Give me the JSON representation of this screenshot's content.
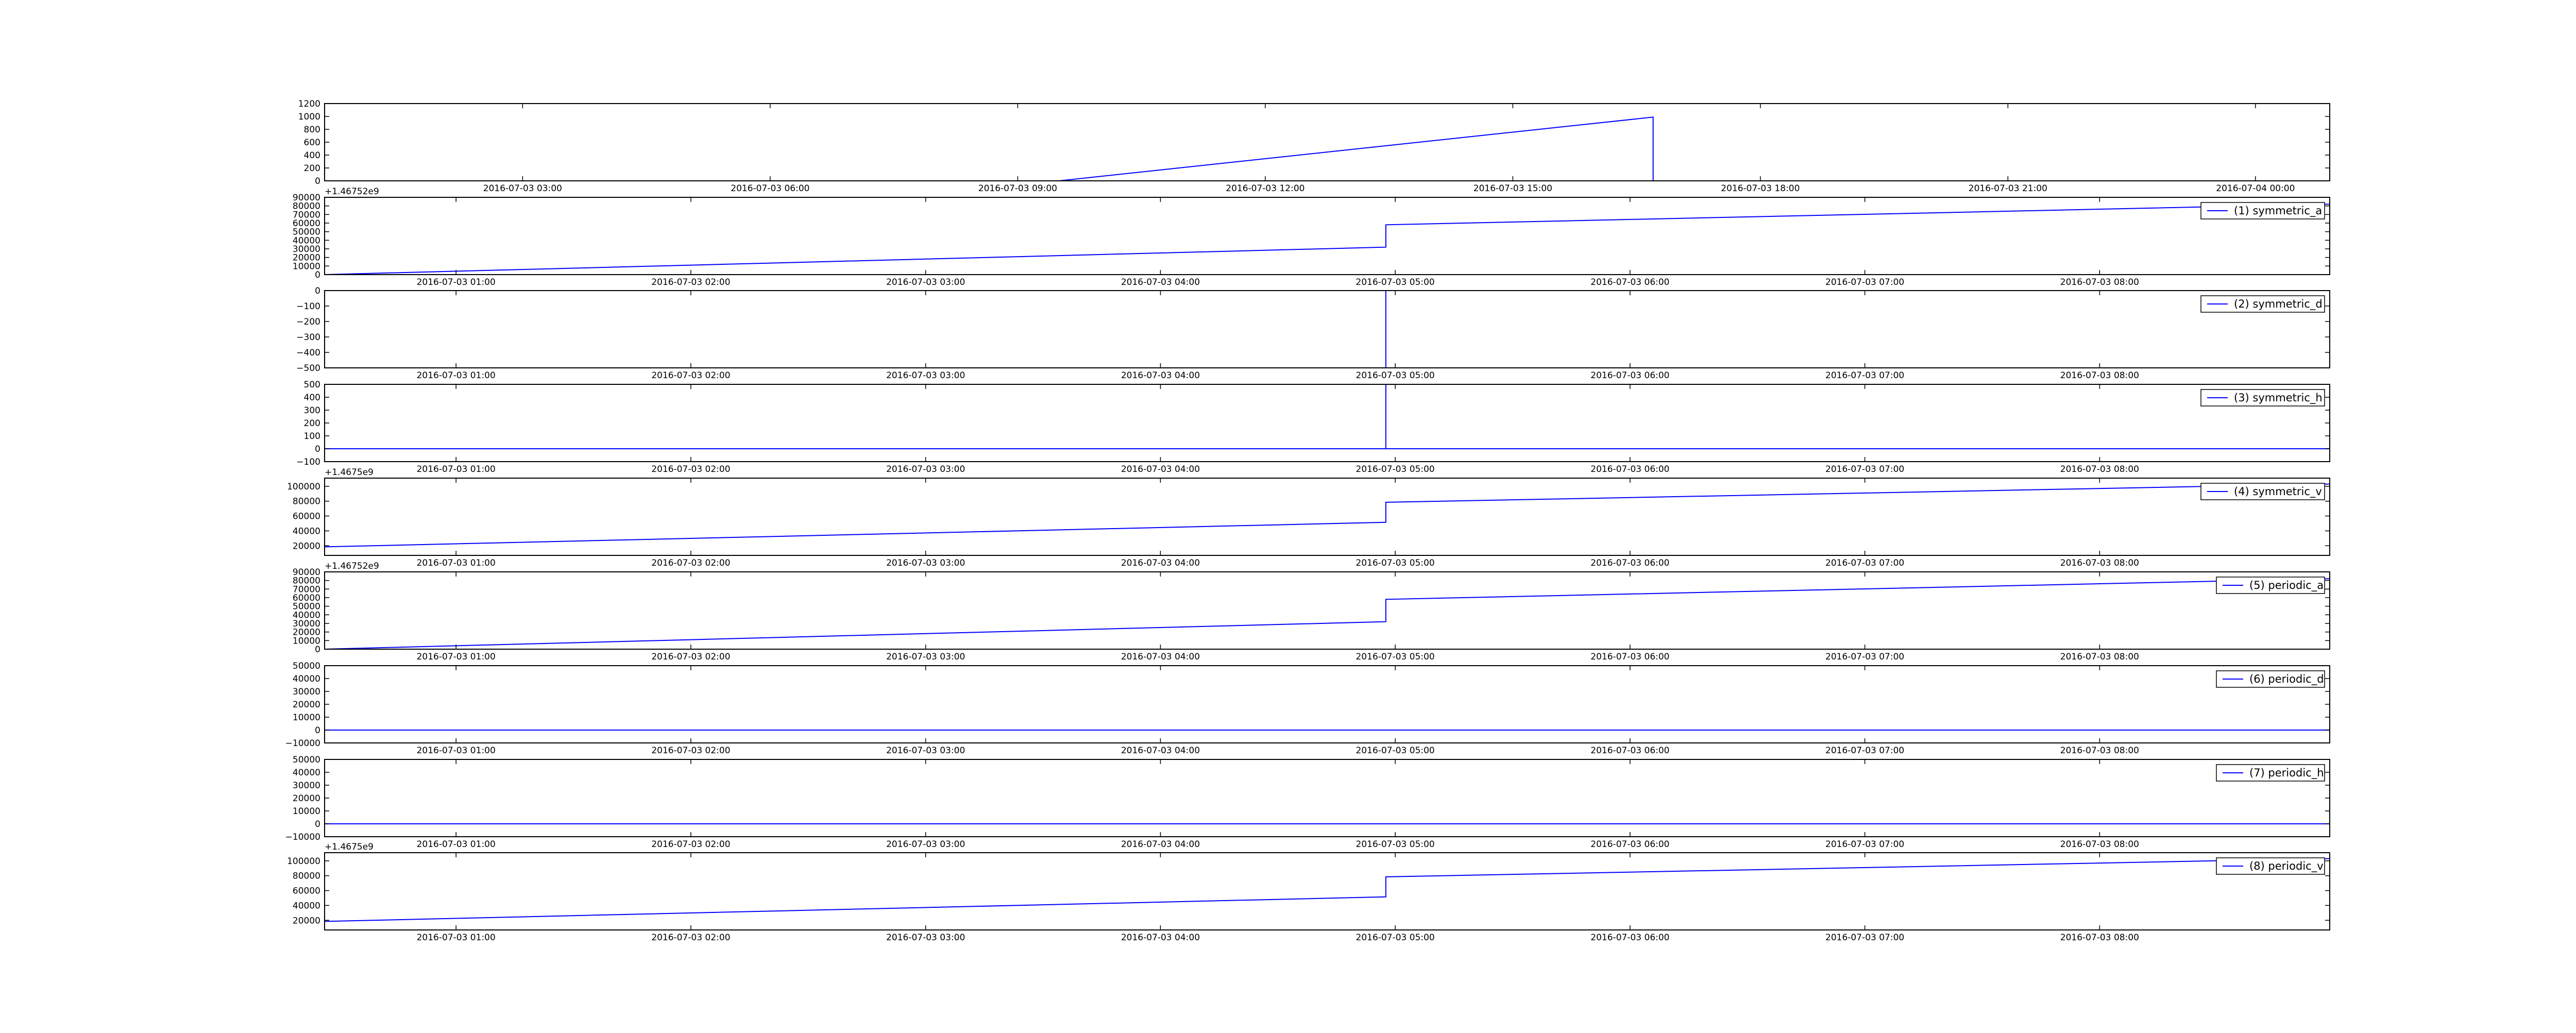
{
  "figure": {
    "background": "#ffffff",
    "line_color": "#0000ff",
    "axis_color": "#000000"
  },
  "chart_data": [
    {
      "type": "line",
      "title": "",
      "xlabel": "",
      "ylabel": "",
      "legend": "",
      "legend_position": "",
      "grid": false,
      "x_ticks": [
        "2016-07-03 03:00",
        "2016-07-03 06:00",
        "2016-07-03 09:00",
        "2016-07-03 12:00",
        "2016-07-03 15:00",
        "2016-07-03 18:00",
        "2016-07-03 21:00",
        "2016-07-04 00:00"
      ],
      "x_tick_hours": [
        3,
        6,
        9,
        12,
        15,
        18,
        21,
        24
      ],
      "xlim_hours": [
        0.6,
        24.9
      ],
      "y_ticks": [
        "0",
        "200",
        "400",
        "600",
        "800",
        "1000",
        "1200"
      ],
      "y_tick_values": [
        0,
        200,
        400,
        600,
        800,
        1000,
        1200
      ],
      "ylim": [
        0,
        1200
      ],
      "y_offset_label": "",
      "series": [
        {
          "name": "",
          "x_hours": [
            0.6,
            9.5,
            16.7,
            16.7,
            24.9
          ],
          "values": [
            0,
            0,
            990,
            0,
            0
          ]
        }
      ]
    },
    {
      "type": "line",
      "title": "",
      "xlabel": "",
      "ylabel": "",
      "legend": "(1) symmetric_a",
      "legend_position": "top-right",
      "grid": false,
      "x_ticks": [
        "2016-07-03 01:00",
        "2016-07-03 02:00",
        "2016-07-03 03:00",
        "2016-07-03 04:00",
        "2016-07-03 05:00",
        "2016-07-03 06:00",
        "2016-07-03 07:00",
        "2016-07-03 08:00"
      ],
      "x_tick_hours": [
        1,
        2,
        3,
        4,
        5,
        6,
        7,
        8
      ],
      "xlim_hours": [
        0.44,
        8.98
      ],
      "y_ticks": [
        "0",
        "10000",
        "20000",
        "30000",
        "40000",
        "50000",
        "60000",
        "70000",
        "80000",
        "90000"
      ],
      "y_tick_values": [
        0,
        10000,
        20000,
        30000,
        40000,
        50000,
        60000,
        70000,
        80000,
        90000
      ],
      "ylim": [
        0,
        90000
      ],
      "y_offset_label": "+1.46752e9",
      "series": [
        {
          "name": "(1) symmetric_a",
          "x_hours": [
            0.44,
            4.96,
            4.96,
            8.98
          ],
          "values": [
            0,
            32000,
            58000,
            82000
          ]
        }
      ]
    },
    {
      "type": "line",
      "title": "",
      "xlabel": "",
      "ylabel": "",
      "legend": "(2) symmetric_d",
      "legend_position": "top-right",
      "grid": false,
      "x_ticks": [
        "2016-07-03 01:00",
        "2016-07-03 02:00",
        "2016-07-03 03:00",
        "2016-07-03 04:00",
        "2016-07-03 05:00",
        "2016-07-03 06:00",
        "2016-07-03 07:00",
        "2016-07-03 08:00"
      ],
      "x_tick_hours": [
        1,
        2,
        3,
        4,
        5,
        6,
        7,
        8
      ],
      "xlim_hours": [
        0.44,
        8.98
      ],
      "y_ticks": [
        "0",
        "−100",
        "−200",
        "−300",
        "−400",
        "−500"
      ],
      "y_tick_values": [
        0,
        -100,
        -200,
        -300,
        -400,
        -500
      ],
      "ylim": [
        -500,
        0
      ],
      "y_offset_label": "",
      "series": [
        {
          "name": "(2) symmetric_d",
          "x_hours": [
            0.44,
            4.96,
            4.96,
            4.96,
            8.98
          ],
          "values": [
            0,
            0,
            -500,
            0,
            0
          ]
        }
      ]
    },
    {
      "type": "line",
      "title": "",
      "xlabel": "",
      "ylabel": "",
      "legend": "(3) symmetric_h",
      "legend_position": "top-right",
      "grid": false,
      "x_ticks": [
        "2016-07-03 01:00",
        "2016-07-03 02:00",
        "2016-07-03 03:00",
        "2016-07-03 04:00",
        "2016-07-03 05:00",
        "2016-07-03 06:00",
        "2016-07-03 07:00",
        "2016-07-03 08:00"
      ],
      "x_tick_hours": [
        1,
        2,
        3,
        4,
        5,
        6,
        7,
        8
      ],
      "xlim_hours": [
        0.44,
        8.98
      ],
      "y_ticks": [
        "500",
        "400",
        "300",
        "200",
        "100",
        "0",
        "−100"
      ],
      "y_tick_values": [
        500,
        400,
        300,
        200,
        100,
        0,
        -100
      ],
      "ylim": [
        -100,
        500
      ],
      "y_offset_label": "",
      "series": [
        {
          "name": "(3) symmetric_h",
          "x_hours": [
            0.44,
            4.96,
            4.96,
            4.96,
            8.98
          ],
          "values": [
            0,
            0,
            500,
            0,
            0
          ]
        }
      ]
    },
    {
      "type": "line",
      "title": "",
      "xlabel": "",
      "ylabel": "",
      "legend": "(4) symmetric_v",
      "legend_position": "top-right",
      "grid": false,
      "x_ticks": [
        "2016-07-03 01:00",
        "2016-07-03 02:00",
        "2016-07-03 03:00",
        "2016-07-03 04:00",
        "2016-07-03 05:00",
        "2016-07-03 06:00",
        "2016-07-03 07:00",
        "2016-07-03 08:00"
      ],
      "x_tick_hours": [
        1,
        2,
        3,
        4,
        5,
        6,
        7,
        8
      ],
      "xlim_hours": [
        0.44,
        8.98
      ],
      "y_ticks": [
        "20000",
        "40000",
        "60000",
        "80000",
        "100000"
      ],
      "y_tick_values": [
        20000,
        40000,
        60000,
        80000,
        100000
      ],
      "ylim": [
        7000,
        111000
      ],
      "y_offset_label": "+1.4675e9",
      "series": [
        {
          "name": "(4) symmetric_v",
          "x_hours": [
            0.44,
            4.96,
            4.96,
            8.98
          ],
          "values": [
            18500,
            51500,
            78500,
            103000
          ]
        }
      ]
    },
    {
      "type": "line",
      "title": "",
      "xlabel": "",
      "ylabel": "",
      "legend": "(5) periodic_a",
      "legend_position": "top-right",
      "grid": false,
      "x_ticks": [
        "2016-07-03 01:00",
        "2016-07-03 02:00",
        "2016-07-03 03:00",
        "2016-07-03 04:00",
        "2016-07-03 05:00",
        "2016-07-03 06:00",
        "2016-07-03 07:00",
        "2016-07-03 08:00"
      ],
      "x_tick_hours": [
        1,
        2,
        3,
        4,
        5,
        6,
        7,
        8
      ],
      "xlim_hours": [
        0.44,
        8.98
      ],
      "y_ticks": [
        "0",
        "10000",
        "20000",
        "30000",
        "40000",
        "50000",
        "60000",
        "70000",
        "80000",
        "90000"
      ],
      "y_tick_values": [
        0,
        10000,
        20000,
        30000,
        40000,
        50000,
        60000,
        70000,
        80000,
        90000
      ],
      "ylim": [
        0,
        90000
      ],
      "y_offset_label": "+1.46752e9",
      "series": [
        {
          "name": "(5) periodic_a",
          "x_hours": [
            0.44,
            4.96,
            4.96,
            8.98
          ],
          "values": [
            0,
            32000,
            58000,
            82000
          ]
        }
      ]
    },
    {
      "type": "line",
      "title": "",
      "xlabel": "",
      "ylabel": "",
      "legend": "(6) periodic_d",
      "legend_position": "top-right",
      "grid": false,
      "x_ticks": [
        "2016-07-03 01:00",
        "2016-07-03 02:00",
        "2016-07-03 03:00",
        "2016-07-03 04:00",
        "2016-07-03 05:00",
        "2016-07-03 06:00",
        "2016-07-03 07:00",
        "2016-07-03 08:00"
      ],
      "x_tick_hours": [
        1,
        2,
        3,
        4,
        5,
        6,
        7,
        8
      ],
      "xlim_hours": [
        0.44,
        8.98
      ],
      "y_ticks": [
        "50000",
        "40000",
        "30000",
        "20000",
        "10000",
        "0",
        "−10000"
      ],
      "y_tick_values": [
        50000,
        40000,
        30000,
        20000,
        10000,
        0,
        -10000
      ],
      "ylim": [
        -10000,
        50000
      ],
      "y_offset_label": "",
      "series": [
        {
          "name": "(6) periodic_d",
          "x_hours": [
            0.44,
            8.98
          ],
          "values": [
            0,
            0
          ]
        }
      ]
    },
    {
      "type": "line",
      "title": "",
      "xlabel": "",
      "ylabel": "",
      "legend": "(7) periodic_h",
      "legend_position": "top-right",
      "grid": false,
      "x_ticks": [
        "2016-07-03 01:00",
        "2016-07-03 02:00",
        "2016-07-03 03:00",
        "2016-07-03 04:00",
        "2016-07-03 05:00",
        "2016-07-03 06:00",
        "2016-07-03 07:00",
        "2016-07-03 08:00"
      ],
      "x_tick_hours": [
        1,
        2,
        3,
        4,
        5,
        6,
        7,
        8
      ],
      "xlim_hours": [
        0.44,
        8.98
      ],
      "y_ticks": [
        "50000",
        "40000",
        "30000",
        "20000",
        "10000",
        "0",
        "−10000"
      ],
      "y_tick_values": [
        50000,
        40000,
        30000,
        20000,
        10000,
        0,
        -10000
      ],
      "ylim": [
        -10000,
        50000
      ],
      "y_offset_label": "",
      "series": [
        {
          "name": "(7) periodic_h",
          "x_hours": [
            0.44,
            8.98
          ],
          "values": [
            0,
            0
          ]
        }
      ]
    },
    {
      "type": "line",
      "title": "",
      "xlabel": "",
      "ylabel": "",
      "legend": "(8) periodic_v",
      "legend_position": "top-right",
      "grid": false,
      "x_ticks": [
        "2016-07-03 01:00",
        "2016-07-03 02:00",
        "2016-07-03 03:00",
        "2016-07-03 04:00",
        "2016-07-03 05:00",
        "2016-07-03 06:00",
        "2016-07-03 07:00",
        "2016-07-03 08:00"
      ],
      "x_tick_hours": [
        1,
        2,
        3,
        4,
        5,
        6,
        7,
        8
      ],
      "xlim_hours": [
        0.44,
        8.98
      ],
      "y_ticks": [
        "20000",
        "40000",
        "60000",
        "80000",
        "100000"
      ],
      "y_tick_values": [
        20000,
        40000,
        60000,
        80000,
        100000
      ],
      "ylim": [
        7000,
        111000
      ],
      "y_offset_label": "+1.4675e9",
      "series": [
        {
          "name": "(8) periodic_v",
          "x_hours": [
            0.44,
            4.96,
            4.96,
            8.98
          ],
          "values": [
            18500,
            51500,
            78500,
            103000
          ]
        }
      ]
    }
  ]
}
